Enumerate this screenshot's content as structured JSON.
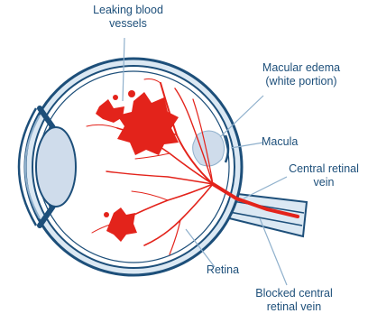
{
  "labels": {
    "leaking_line1": "Leaking blood",
    "leaking_line2": "vessels",
    "macular_edema_line1": "Macular edema",
    "macular_edema_line2": "(white portion)",
    "macula": "Macula",
    "central_vein_line1": "Central retinal",
    "central_vein_line2": "vein",
    "retina": "Retina",
    "blocked_line1": "Blocked central",
    "blocked_line2": "retinal vein"
  },
  "colors": {
    "outline": "#1d4f7a",
    "sclera_fill": "#dbe8f3",
    "lens_fill": "#cfdceb",
    "blood": "#e3231b",
    "edema": "#cfdceb",
    "leader_line": "#8fb0cc"
  }
}
